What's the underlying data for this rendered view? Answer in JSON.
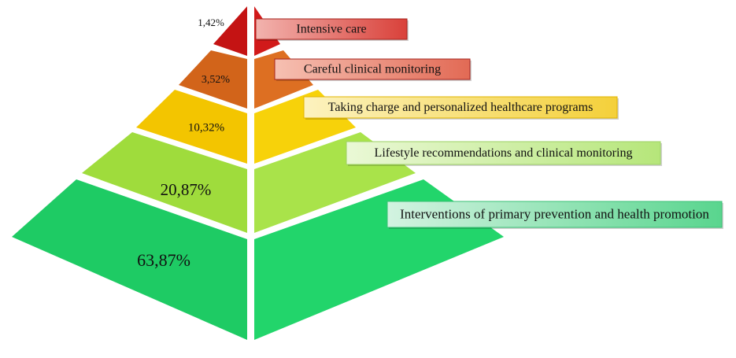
{
  "diagram": {
    "type": "pyramid",
    "tiers": [
      {
        "percent": "1,42%",
        "label": "Intensive care",
        "color": "#c41313",
        "color_right": "#d11a1a",
        "tag_color": "#e07a74"
      },
      {
        "percent": "3,52%",
        "label": "Careful clinical monitoring",
        "color": "#d2641a",
        "color_right": "#dd6f22",
        "tag_color": "#ea8a7a"
      },
      {
        "percent": "10,32%",
        "label": "Taking charge and personalized healthcare programs",
        "color": "#f3c500",
        "color_right": "#f7d20a",
        "tag_color": "#f8e27a"
      },
      {
        "percent": "20,87%",
        "label": "Lifestyle recommendations and clinical monitoring",
        "color": "#9fdc3c",
        "color_right": "#a9e34a",
        "tag_color": "#cdeea0"
      },
      {
        "percent": "63,87%",
        "label": "Interventions of primary prevention and health promotion",
        "color": "#1ecb64",
        "color_right": "#22d56b",
        "tag_color": "#8be0b0"
      }
    ]
  }
}
